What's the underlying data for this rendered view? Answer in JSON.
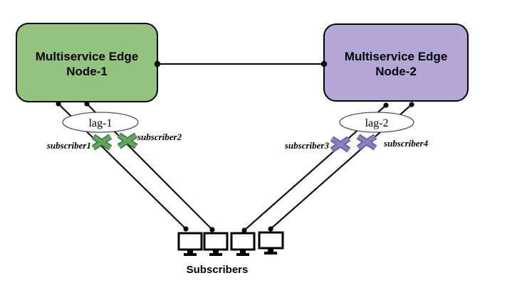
{
  "diagram": {
    "nodes": [
      {
        "line1": "Multiservice Edge",
        "line2": "Node-1",
        "fill": "#93c47d"
      },
      {
        "line1": "Multiservice Edge",
        "line2": "Node-2",
        "fill": "#b4a7d6"
      }
    ],
    "lags": [
      {
        "label": "lag-1"
      },
      {
        "label": "lag-2"
      }
    ],
    "subscriber_links": [
      {
        "label": "subscriber1",
        "marker_color": "#61a75e",
        "marker_edge": "#3e7a40"
      },
      {
        "label": "subscriber2",
        "marker_color": "#61a75e",
        "marker_edge": "#3e7a40"
      },
      {
        "label": "subscriber3",
        "marker_color": "#8e7cc3",
        "marker_edge": "#6a5a9e"
      },
      {
        "label": "subscriber4",
        "marker_color": "#8e7cc3",
        "marker_edge": "#6a5a9e"
      }
    ],
    "subscribers_caption": "Subscribers",
    "monitor_count": "4",
    "colors": {
      "line": "#111111",
      "dot": "#000000",
      "node_border": "#000000",
      "ellipse_stroke": "#44546a",
      "ellipse_fill": "#ffffff",
      "monitor": "#000000",
      "monitor_screen": "#ffffff",
      "background": "#ffffff"
    }
  }
}
